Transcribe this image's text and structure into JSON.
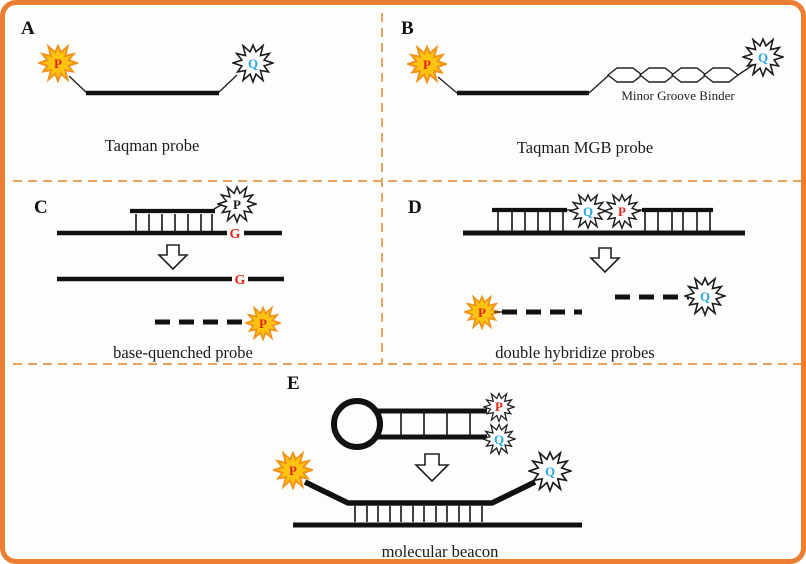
{
  "molecules": {
    "fluorophore": "P",
    "quencher": "Q",
    "guanine": "G"
  },
  "panels": {
    "a": {
      "letter": "A",
      "caption": "Taqman probe"
    },
    "b": {
      "letter": "B",
      "caption": "Taqman MGB probe",
      "annotation": "Minor Groove Binder"
    },
    "c": {
      "letter": "C",
      "caption": "base-quenched probe"
    },
    "d": {
      "letter": "D",
      "caption": "double hybridize probes"
    },
    "e": {
      "letter": "E",
      "caption": "molecular beacon"
    }
  },
  "colors": {
    "frame_border": "#ED7D31",
    "panel_divider": "#E9A362",
    "fluorophore_fill": "#FFC410",
    "fluorophore_edge": "#F0931B",
    "fluorophore_letter": "#E1251B",
    "quencher_letter": "#29A8E0",
    "guanine_letter": "#E1251B",
    "strand": "#111111",
    "background": "#FDFDFB"
  }
}
